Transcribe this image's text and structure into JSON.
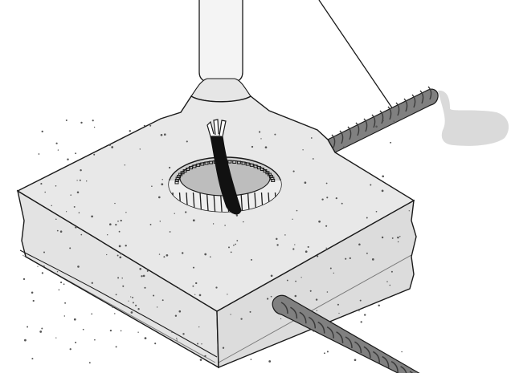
{
  "diagram": {
    "components": [
      {
        "id": "pipe",
        "icon": "vertical-pipe-icon"
      },
      {
        "id": "concrete-block",
        "icon": "concrete-slab-icon"
      },
      {
        "id": "cable",
        "icon": "cable-icon"
      },
      {
        "id": "sleeve",
        "icon": "circular-sleeve-icon"
      },
      {
        "id": "rebar-upper",
        "icon": "rebar-icon"
      },
      {
        "id": "rebar-lower",
        "icon": "rebar-icon"
      },
      {
        "id": "leader-line",
        "icon": "callout-line-icon"
      }
    ],
    "colors": {
      "concrete": "#e6e6e6",
      "concrete_side": "#d9d9d9",
      "outline": "#1a1a1a",
      "rebar": "#808080",
      "rebar_rib": "#3a3a3a",
      "cable": "#111111",
      "pipe": "#f2f2f2",
      "puddle": "#dadada"
    }
  }
}
